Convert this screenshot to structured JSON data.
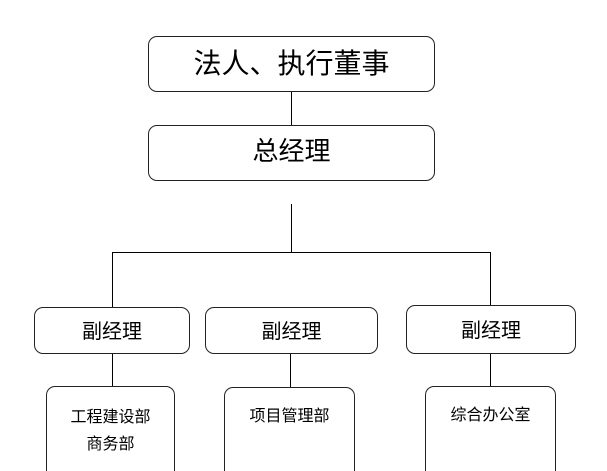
{
  "org_chart": {
    "top": {
      "label": "法人、执行董事"
    },
    "general_manager": {
      "label": "总经理"
    },
    "deputies": [
      {
        "label": "副经理"
      },
      {
        "label": "副经理"
      },
      {
        "label": "副经理"
      }
    ],
    "departments": [
      {
        "lines": [
          "工程建设部",
          "商务部"
        ]
      },
      {
        "lines": [
          "项目管理部"
        ]
      },
      {
        "lines": [
          "综合办公室"
        ]
      }
    ]
  }
}
